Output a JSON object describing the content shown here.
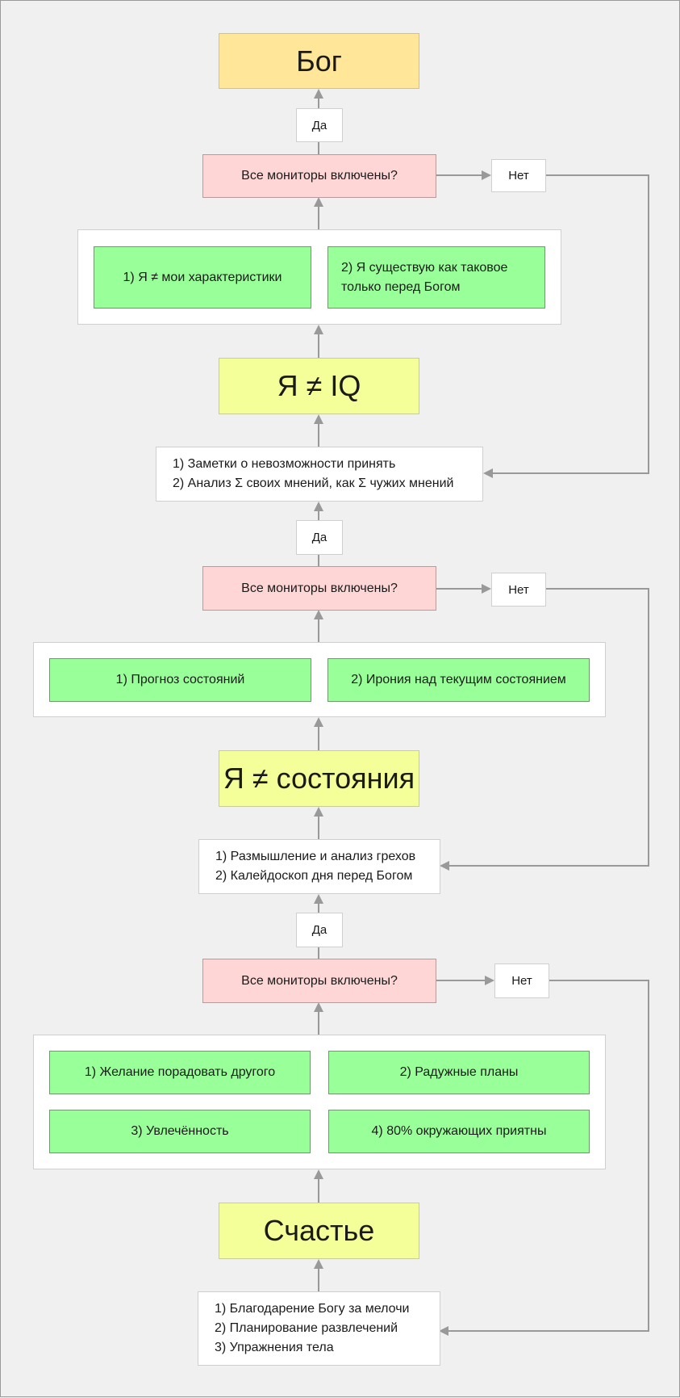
{
  "nodes": {
    "god": "Бог",
    "yes1": "Да",
    "q1": "Все мониторы включены?",
    "no1": "Нет",
    "g1_1": "1) Я ≠ мои характеристики",
    "g1_2": "2) Я существую как таковое только перед Богом",
    "iq": "Я ≠ IQ",
    "notes": [
      "1) Заметки о невозможности принять",
      "2) Анализ Σ своих мнений, как Σ чужих мнений"
    ],
    "yes2": "Да",
    "q2": "Все мониторы включены?",
    "no2": "Нет",
    "g2_1": "1) Прогноз состояний",
    "g2_2": "2) Ирония над текущим состоянием",
    "states": "Я ≠ состояния",
    "reflect": [
      "1) Размышление и анализ грехов",
      "2) Калейдоскоп дня перед Богом"
    ],
    "yes3": "Да",
    "q3": "Все мониторы включены?",
    "no3": "Нет",
    "g3_1": "1) Желание порадовать другого",
    "g3_2": "2) Радужные планы",
    "g3_3": "3) Увлечённость",
    "g3_4": "4) 80% окружающих приятны",
    "happy": "Счастье",
    "base": [
      "1) Благодарение Богу за мелочи",
      "2) Планирование развлечений",
      "3) Упражнения тела"
    ]
  },
  "colors": {
    "canvas": "#f0f0f0",
    "question": "#ffd6d6",
    "practice": "#99ff99",
    "milestone": "#f5ff99",
    "goal": "#ffe699",
    "arrow": "#999999"
  }
}
